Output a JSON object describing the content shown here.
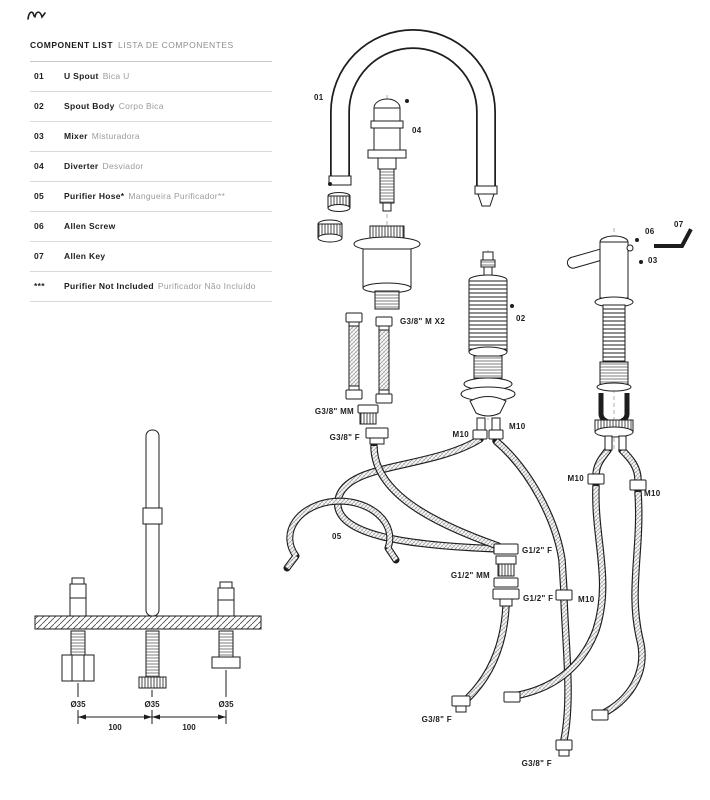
{
  "component_list": {
    "title_en": "COMPONENT LIST",
    "title_pt": "LISTA DE COMPONENTES",
    "items": [
      {
        "num": "01",
        "en": "U Spout",
        "pt": "Bica U"
      },
      {
        "num": "02",
        "en": "Spout Body",
        "pt": "Corpo Bica"
      },
      {
        "num": "03",
        "en": "Mixer",
        "pt": "Misturadora"
      },
      {
        "num": "04",
        "en": "Diverter",
        "pt": "Desviador"
      },
      {
        "num": "05",
        "en": "Purifier Hose*",
        "pt": "Mangueira Purificador**"
      },
      {
        "num": "06",
        "en": "Allen Screw",
        "pt": ""
      },
      {
        "num": "07",
        "en": "Allen Key",
        "pt": ""
      },
      {
        "num": "***",
        "en": "Purifier Not Included",
        "pt": "Purificador Não Incluído"
      }
    ]
  },
  "diagram": {
    "callouts": {
      "part01": "01",
      "part02": "02",
      "part03": "03",
      "part04": "04",
      "part05": "05",
      "part06": "06",
      "part07": "07"
    },
    "fittings": {
      "g38_m_x2": "G3/8\" M X2",
      "g38_mm": "G3/8\" MM",
      "g38_f_1": "G3/8\" F",
      "g38_f_2": "G3/8\" F",
      "g38_f_3": "G3/8\" F",
      "g12_f_1": "G1/2\" F",
      "g12_mm": "G1/2\" MM",
      "g12_f_2": "G1/2\" F",
      "m10_1": "M10",
      "m10_2": "M10",
      "m10_3": "M10",
      "m10_4": "M10",
      "m10_5": "M10"
    }
  },
  "installation": {
    "hole_diameters": [
      "Ø35",
      "Ø35",
      "Ø35"
    ],
    "spacings": [
      "100",
      "100"
    ]
  },
  "colors": {
    "ink": "#1d1d1d",
    "muted": "#9b9b9b",
    "rule": "#d9d9d9"
  }
}
